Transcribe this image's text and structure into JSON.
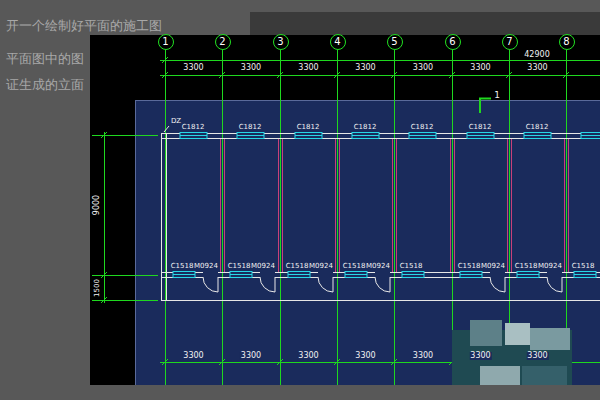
{
  "diagram": {
    "nodes": [
      {
        "text": [
          "1"
        ]
      },
      {
        "text": [
          "2"
        ]
      },
      {
        "text": [
          "3"
        ]
      },
      {
        "text": [
          "4"
        ]
      },
      {
        "text": [
          "5"
        ]
      },
      {
        "text": [
          "6"
        ]
      },
      {
        "text": [
          "7"
        ]
      },
      {
        "text": [
          "8"
        ]
      }
    ],
    "labels": [
      "开一个绘制好平面的施工图",
      "平面图中的图",
      "证生成的立面",
      "42900",
      "3300",
      "3300",
      "3300",
      "3300",
      "3300",
      "3300",
      "3300",
      "1",
      "DZ",
      "C1812",
      "C1812",
      "C1812",
      "C1812",
      "C1812",
      "C1812",
      "C1812",
      "9000",
      "C1518",
      "M0924",
      "C1518",
      "M0924",
      "C1518",
      "M0924",
      "C1518",
      "M0924",
      "C1518",
      "C1518",
      "M0924",
      "C1518",
      "M0924",
      "C1518",
      "1500",
      "3300",
      "3300",
      "3300",
      "3300",
      "3300",
      "3300",
      "3300"
    ]
  }
}
